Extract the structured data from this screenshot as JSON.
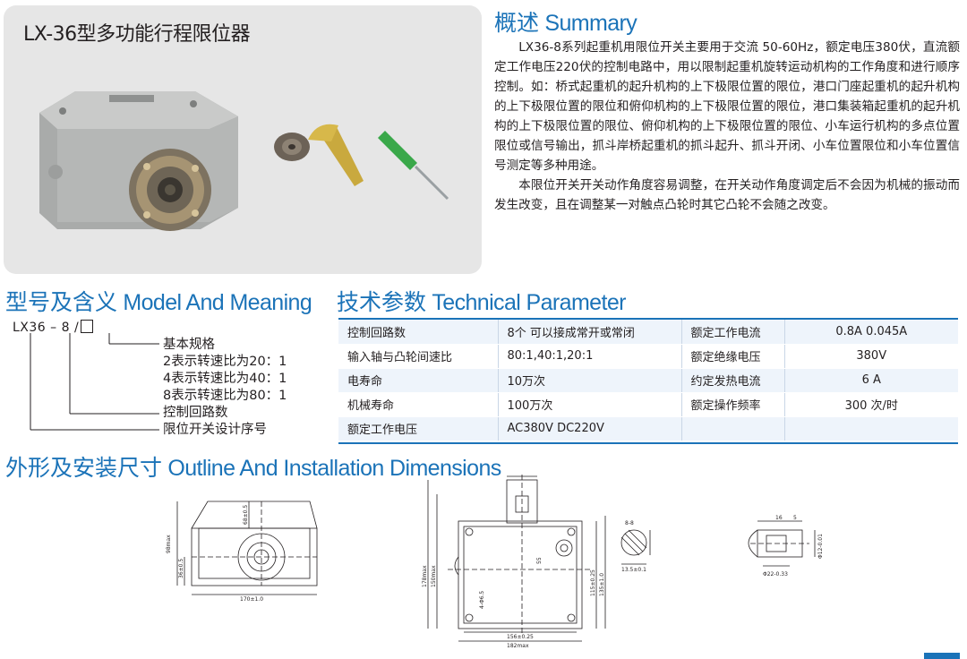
{
  "product": {
    "title": "LX-36型多功能行程限位器"
  },
  "summary": {
    "heading_zh": "概述",
    "heading_en": "Summary",
    "paragraphs": [
      "LX36-8系列起重机用限位开关主要用于交流 50-60Hz，额定电压380伏，直流额定工作电压220伏的控制电路中，用以限制起重机旋转运动机构的工作角度和进行顺序控制。如：桥式起重机的起升机构的上下极限位置的限位，港口门座起重机的起升机构的上下极限位置的限位和俯仰机构的上下极限位置的限位，港口集装箱起重机的起升机构的上下极限位置的限位、俯仰机构的上下极限位置的限位、小车运行机构的多点位置限位或信号输出，抓斗岸桥起重机的抓斗起升、抓斗开闭、小车位置限位和小车位置信号测定等多种用途。",
      "本限位开关开关动作角度容易调整，在开关动作角度调定后不会因为机械的振动而发生改变，且在调整某一对触点凸轮时其它凸轮不会随之改变。"
    ]
  },
  "model": {
    "heading_zh": "型号及含义",
    "heading_en": "Model And Meaning",
    "code": "LX36 – 8 /",
    "items": [
      "基本规格",
      "2表示转速比为20：1",
      "4表示转速比为40：1",
      "8表示转速比为80：1",
      "控制回路数",
      "限位开关设计序号"
    ]
  },
  "technical": {
    "heading_zh": "技术参数",
    "heading_en": "Technical Parameter",
    "rows": [
      [
        "控制回路数",
        "8个 可以接成常开或常闭",
        "额定工作电流",
        "0.8A  0.045A"
      ],
      [
        "输入轴与凸轮间速比",
        "80:1,40:1,20:1",
        "额定绝缘电压",
        "380V"
      ],
      [
        "电寿命",
        "10万次",
        "约定发热电流",
        "6 A"
      ],
      [
        "机械寿命",
        "100万次",
        "额定操作频率",
        "300 次/时"
      ],
      [
        "额定工作电压",
        "AC380V  DC220V",
        "",
        ""
      ]
    ]
  },
  "outline": {
    "heading_zh": "外形及安装尺寸",
    "heading_en": "Outline And Installation Dimensions",
    "dims": {
      "d1": "98max",
      "d2": "36±0.5",
      "d3": "170±1.0",
      "d4": "68±0.5",
      "d5": "178max",
      "d6": "150max",
      "d7": "115±0.25",
      "d8": "135±1.0",
      "d9": "156±0.25",
      "d10": "182max",
      "d11": "55",
      "d12": "4-Φ6.5",
      "d13": "Φ22-0.33",
      "d14": "16",
      "d15": "5",
      "d16": "8-8",
      "d17": "Φ12-0.01",
      "d18": "13.5±0.1"
    }
  },
  "colors": {
    "accent": "#1b73b8",
    "panel": "#e6e6e6",
    "table_stripe": "#eef4fb"
  }
}
